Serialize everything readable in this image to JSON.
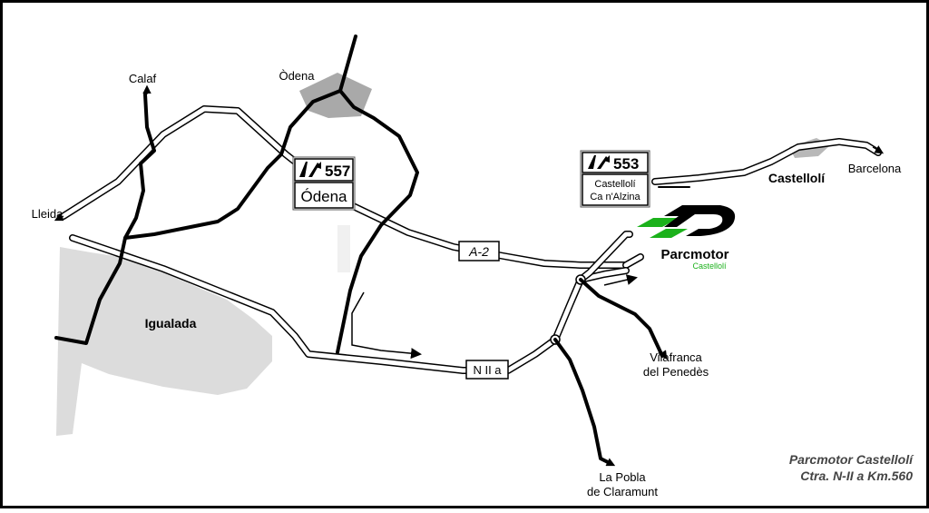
{
  "places": {
    "calaf": "Calaf",
    "odena_town": "Òdena",
    "lleida": "Lleida",
    "igualada": "Igualada",
    "castelloli": "Castellolí",
    "barcelona": "Barcelona",
    "vilafranca_line1": "Vilafranca",
    "vilafranca_line2": "del Penedès",
    "pobla_line1": "La Pobla",
    "pobla_line2": "de Claramunt"
  },
  "exits": [
    {
      "number": "557",
      "line1": "Ódena",
      "line2": ""
    },
    {
      "number": "553",
      "line1": "Castellolí",
      "line2": "Ca n'Alzina"
    }
  ],
  "roads": {
    "motorway": "A-2",
    "national": "N II a"
  },
  "logo": {
    "name": "Parcmotor",
    "sub": "Castellolí",
    "color_green": "#1bb11b",
    "color_black": "#000000"
  },
  "footer": {
    "line1": "Parcmotor Castellolí",
    "line2": "Ctra. N-II a Km.560"
  }
}
